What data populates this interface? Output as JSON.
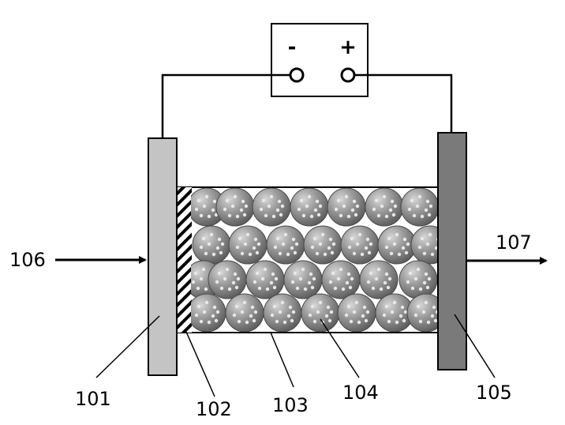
{
  "power_supply": {
    "negative_sign": "-",
    "positive_sign": "+"
  },
  "labels": {
    "first_electrode": "101",
    "separator": "102",
    "container": "103",
    "particles": "104",
    "second_electrode": "105",
    "inlet": "106",
    "outlet": "107"
  },
  "colors": {
    "first_electrode": "#c4c4c4",
    "second_electrode": "#7a7a7a",
    "particle": "#8c8c8c",
    "line": "#000000"
  }
}
